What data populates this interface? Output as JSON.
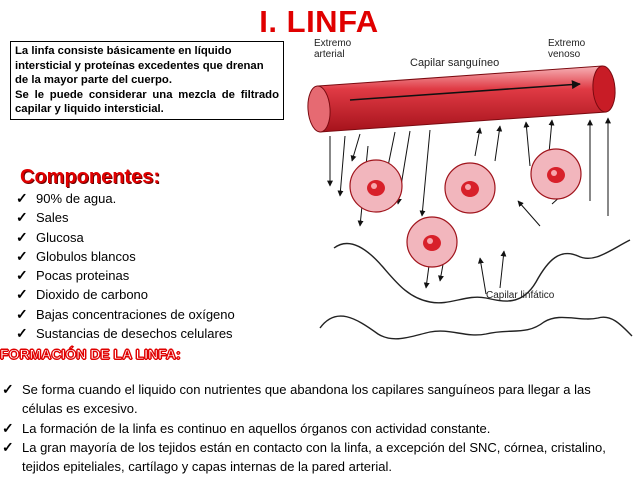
{
  "title": "I. LINFA",
  "intro": {
    "line1": "La linfa consiste básicamente en líquido intersticial y proteínas excedentes que drenan de la mayor parte del cuerpo.",
    "line2": "Se le puede considerar una mezcla de filtrado capilar y liquido intersticial."
  },
  "components": {
    "title": "Componentes:",
    "items": [
      "90% de agua.",
      "Sales",
      "Glucosa",
      "Globulos blancos",
      "Pocas proteinas",
      "Dioxido de carbono",
      "Bajas concentraciones de oxígeno",
      "Sustancias de desechos celulares"
    ]
  },
  "formation": {
    "title": "FORMACIÓN DE LA LINFA:",
    "items": [
      "Se forma cuando el liquido con nutrientes que abandona los capilares sanguíneos para llegar a las células es excesivo.",
      "La formación de la linfa es continuo en aquellos órganos con actividad constante.",
      "La gran mayoría de los tejidos están en contacto con la linfa, a excepción del SNC, córnea, cristalino, tejidos epiteliales, cartílago y capas internas de la pared arterial."
    ]
  },
  "diagram": {
    "label_arterial": "Extremo arterial",
    "label_arterial_l1": "Extremo",
    "label_arterial_l2": "arterial",
    "label_capillary": "Capilar sanguíneo",
    "label_venous_l1": "Extremo",
    "label_venous_l2": "venoso",
    "label_lymphatic": "Capilar linfático",
    "colors": {
      "vessel": "#d8202a",
      "cell": "#f2b6bd",
      "nucleus": "#d8202a"
    }
  },
  "icons": {
    "bullet": "checkmark-icon"
  }
}
